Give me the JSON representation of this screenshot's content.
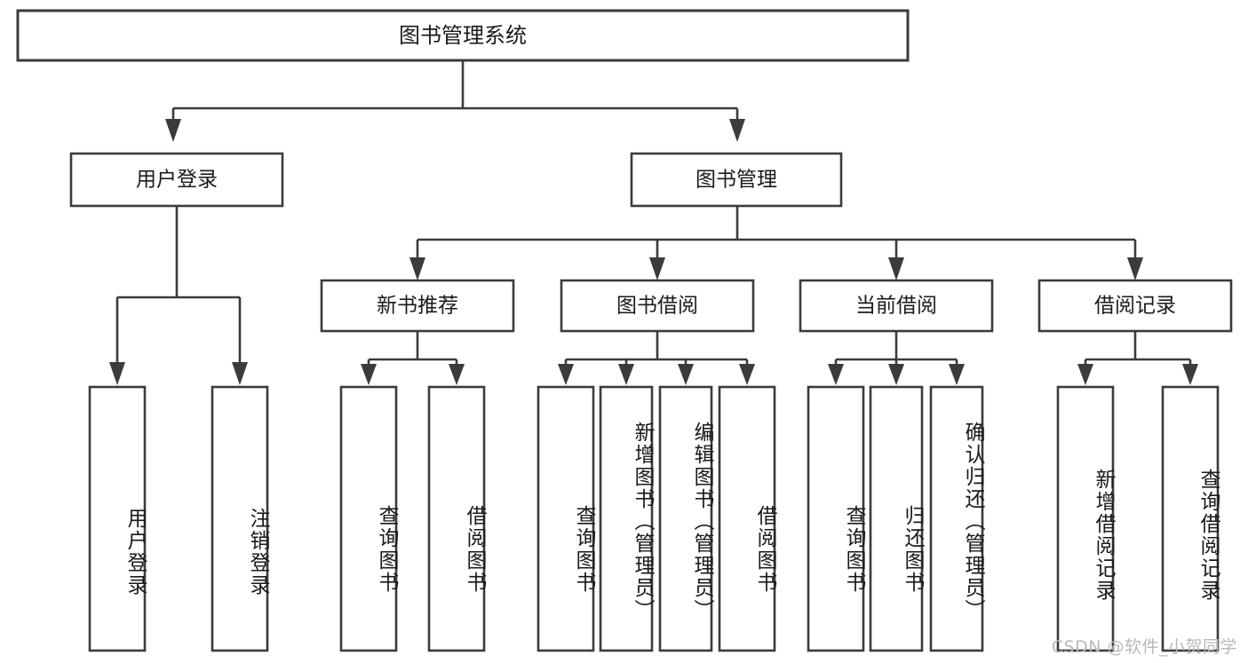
{
  "diagram": {
    "type": "tree-hierarchy-flowchart",
    "title": "图书管理系统",
    "orientation": "top-down",
    "watermark": "CSDN @软件_小贺同学",
    "colors": {
      "background": "#ffffff",
      "box_fill": "#ffffff",
      "stroke": "#3b3b3b",
      "text": "#1a1a1a",
      "watermark": "#b9b9b9"
    },
    "levels": {
      "root": {
        "label": "图书管理系统"
      },
      "level2": [
        {
          "id": "user-login",
          "label": "用户登录"
        },
        {
          "id": "book-manage",
          "label": "图书管理"
        }
      ],
      "level3": [
        {
          "id": "new-book-recommend",
          "label": "新书推荐",
          "parent": "book-manage"
        },
        {
          "id": "book-borrow",
          "label": "图书借阅",
          "parent": "book-manage"
        },
        {
          "id": "current-borrow",
          "label": "当前借阅",
          "parent": "book-manage"
        },
        {
          "id": "borrow-record",
          "label": "借阅记录",
          "parent": "book-manage"
        }
      ],
      "leaves": [
        {
          "id": "leaf-user-login",
          "label": "用户登录",
          "parent": "user-login"
        },
        {
          "id": "leaf-user-logout",
          "label": "注销登录",
          "parent": "user-login"
        },
        {
          "id": "leaf-query-book-1",
          "label": "查询图书",
          "parent": "new-book-recommend"
        },
        {
          "id": "leaf-borrow-book-1",
          "label": "借阅图书",
          "parent": "new-book-recommend"
        },
        {
          "id": "leaf-query-book-2",
          "label": "查询图书",
          "parent": "book-borrow"
        },
        {
          "id": "leaf-add-book",
          "label": "新增图书（管理员）",
          "parent": "book-borrow"
        },
        {
          "id": "leaf-edit-book",
          "label": "编辑图书（管理员）",
          "parent": "book-borrow"
        },
        {
          "id": "leaf-borrow-book-2",
          "label": "借阅图书",
          "parent": "book-borrow"
        },
        {
          "id": "leaf-query-book-3",
          "label": "查询图书",
          "parent": "current-borrow"
        },
        {
          "id": "leaf-return-book",
          "label": "归还图书",
          "parent": "current-borrow"
        },
        {
          "id": "leaf-confirm-return",
          "label": "确认归还（管理员）",
          "parent": "current-borrow"
        },
        {
          "id": "leaf-add-record",
          "label": "新增借阅记录",
          "parent": "borrow-record"
        },
        {
          "id": "leaf-query-record",
          "label": "查询借阅记录",
          "parent": "borrow-record"
        }
      ]
    }
  }
}
